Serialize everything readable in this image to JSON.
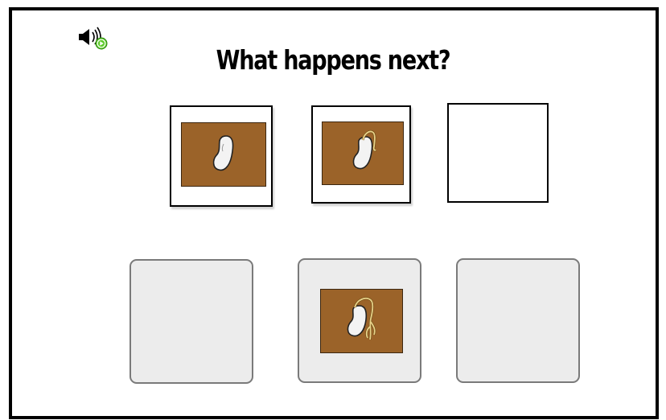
{
  "title": "What happens next?",
  "audio_button": {
    "icon": "speaker-play-icon"
  },
  "sequence": [
    {
      "content": "bean-seed",
      "image_icon": "bean-seed-icon"
    },
    {
      "content": "bean-sprouting",
      "image_icon": "bean-small-sprout-icon"
    },
    {
      "content": "empty",
      "image_icon": ""
    }
  ],
  "choices": [
    {
      "content": "empty",
      "image_icon": ""
    },
    {
      "content": "bean-with-roots",
      "image_icon": "bean-roots-icon"
    },
    {
      "content": "empty",
      "image_icon": ""
    }
  ],
  "colors": {
    "soil": "#9b6329",
    "choice_background": "#ececec",
    "play_badge": "#5ecb2b"
  }
}
